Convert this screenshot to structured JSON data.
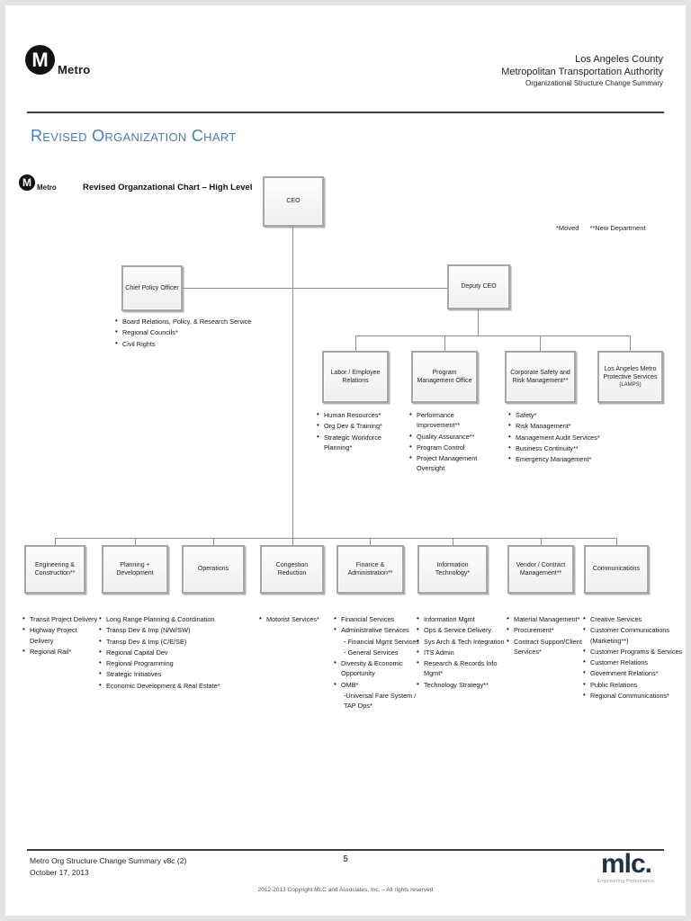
{
  "header": {
    "logo_text": "Metro",
    "org_line1": "Los Angeles County",
    "org_line2": "Metropolitan Transportation Authority",
    "org_line3": "Organizational Structure Change Summary"
  },
  "page_title": "Revised Organization Chart",
  "chart": {
    "logo_text": "Metro",
    "subtitle": "Revised Organzational Chart – High Level",
    "legend": {
      "moved": "*Moved",
      "new_department": "**New Department"
    }
  },
  "nodes": {
    "ceo": {
      "label": "CEO"
    },
    "cpo": {
      "label": "Chief Policy Officer",
      "bullets": [
        "Board Relations, Policy, & Research Service",
        "Regional Councils*",
        "Civil Rights"
      ]
    },
    "deputy": {
      "label": "Deputy CEO"
    },
    "labor": {
      "label": "Labor / Employee Relations",
      "bullets": [
        "Human Resources*",
        "Org Dev & Training*",
        "Strategic Workforce Planning*"
      ]
    },
    "pmo": {
      "label": "Program Management Office",
      "bullets": [
        "Performance Improvement**",
        "Quality Assurance**",
        "Program Control",
        "Project Management Oversight"
      ]
    },
    "safety": {
      "label": "Corporate Safety and Risk Management**",
      "bullets": [
        "Safety*",
        "Risk Management*",
        "Management Audit Services*",
        "Business Continuity**",
        "Emergency Management*"
      ]
    },
    "lamps": {
      "label": "Los Angeles Metro Protective Services",
      "sublabel": "(LAMPS)"
    },
    "engineering": {
      "label": "Engineering & Construction**",
      "bullets": [
        "Transit Project Delivery",
        "Highway Project Delivery",
        "Regional Rail*"
      ]
    },
    "planning": {
      "label": "Planning + Development",
      "bullets": [
        "Long Range Planning & Coordination",
        "Transp Dev & Imp (N/W/SW)",
        "Transp Dev & Imp (C/E/SE)",
        "Regional Capital Dev",
        "Regional Programming",
        "Strategic Initiatives",
        "Economic Development & Real Estate*"
      ]
    },
    "operations": {
      "label": "Operations"
    },
    "congestion": {
      "label": "Congestion Reduction",
      "bullets": [
        "Motorist Services*"
      ]
    },
    "finance": {
      "label": "Finance & Administration**",
      "bullets": [
        "Financial Services",
        "Administrative Services",
        "- Financial Mgmt Services",
        "- General Services",
        "Diversity & Economic Opportunity",
        "OMB*",
        "-Universal Fare System / TAP Ops*"
      ]
    },
    "it": {
      "label": "Information Technology*",
      "bullets": [
        "Information Mgmt",
        "Ops & Service Delivery",
        "Sys Arch & Tech Integration",
        "ITS Admin",
        "Research & Records Info Mgmt*",
        "Technology Strategy**"
      ]
    },
    "vendor": {
      "label": "Vendor / Contract Management**",
      "bullets": [
        "Material Management*",
        "Procurement*",
        "Contract Support/Client Services*"
      ]
    },
    "communications": {
      "label": "Communications",
      "bullets": [
        "Creative Services",
        "Customer Communications (Marketing**)",
        "Customer Programs & Services",
        "Customer Relations",
        "Government Relations*",
        "Public Relations",
        "Regional Communications*"
      ]
    }
  },
  "footer": {
    "doc_name": "Metro Org Structure Change Summary v8c (2)",
    "doc_date": "October 17, 2013",
    "page_number": "5",
    "copyright": "2012-2013 Copyright MLC and Associates, Inc. – All rights reserved",
    "mlc_logo": "mlc.",
    "mlc_tagline": "Empowering Performance."
  }
}
